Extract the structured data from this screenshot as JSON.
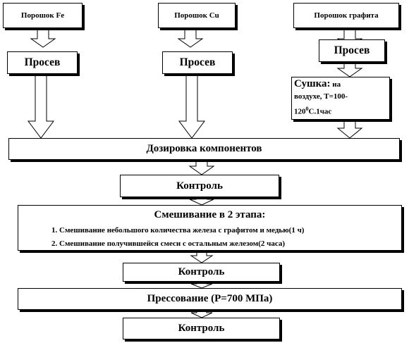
{
  "inputs": {
    "fe": "Порошок  Fe",
    "cu": "Порошок  Cu",
    "graphite": "Порошок  графита"
  },
  "sieve": "Просев",
  "drying": {
    "word": "Сушка:",
    "rest_line1": " на",
    "line2": "воздухе,  Т=100-",
    "line3a": "120",
    "line3_sup": "0",
    "line3b": "С.1час"
  },
  "dosing": "Дозировка компонентов",
  "control": "Контроль",
  "mixing": {
    "title": "Смешивание в 2 этапа:",
    "steps": [
      "Смешивание небольшого количества железа с графитом и медью(1 ч)",
      "Смешивание получившейся смеси с остальным железом(2 часа)"
    ]
  },
  "pressing": "Прессование (Р=700 МПа)"
}
